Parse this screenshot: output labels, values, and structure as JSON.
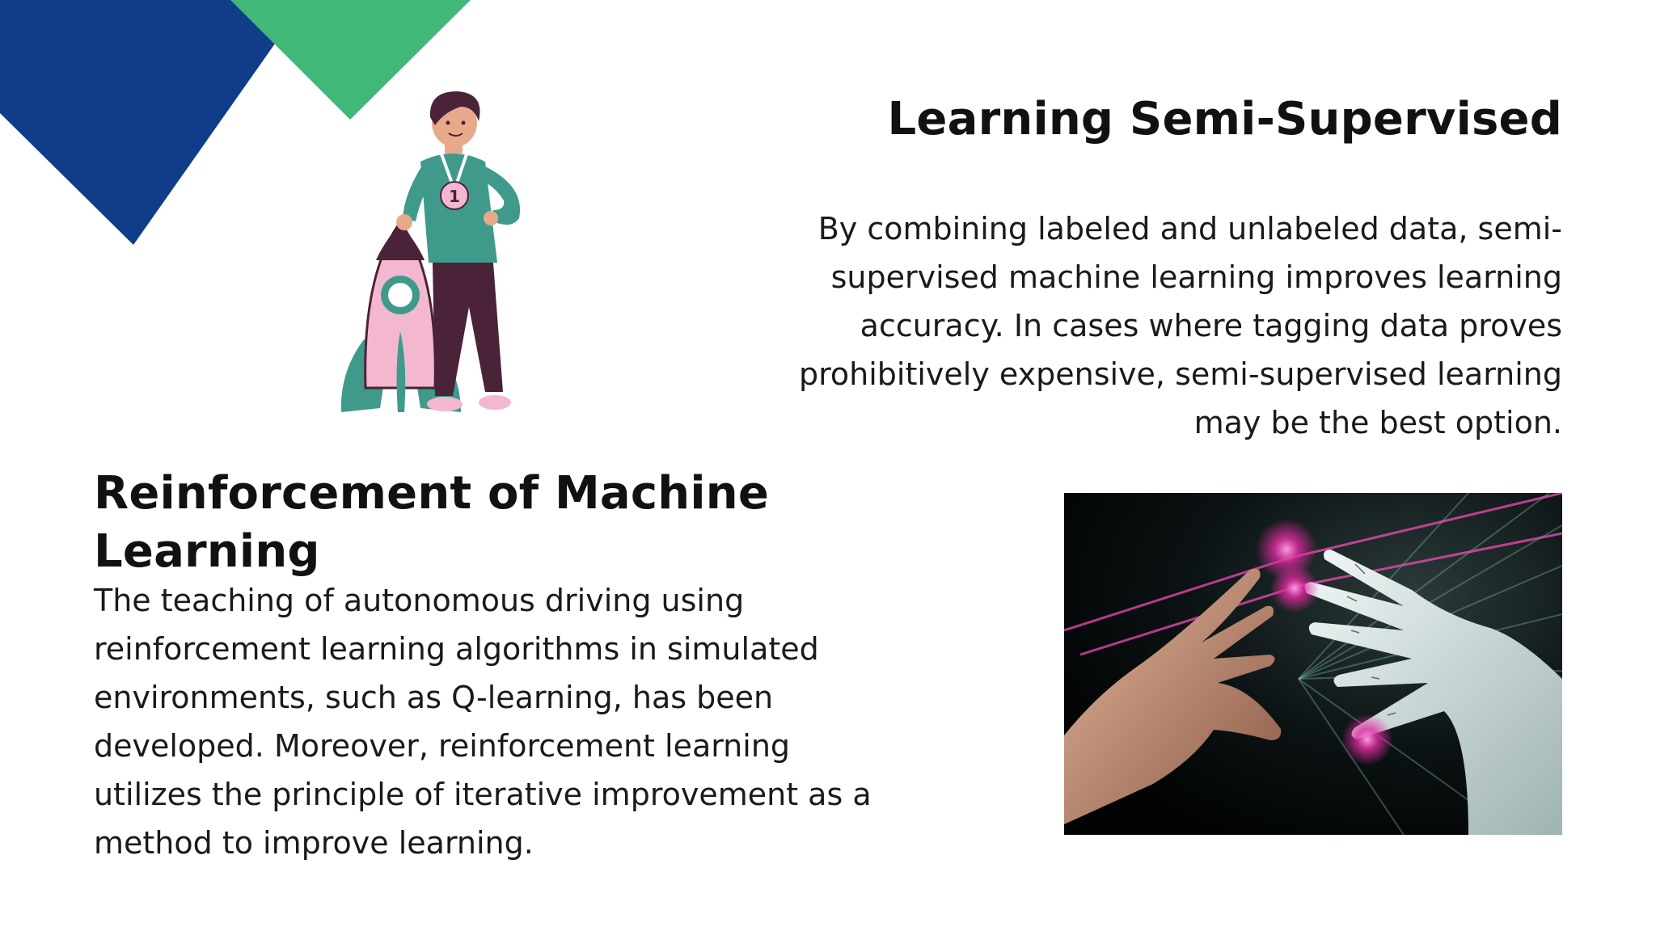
{
  "colors": {
    "navy": "#0f3d8a",
    "green": "#41b878",
    "teal": "#3f9a8c",
    "pink": "#f3b8cf",
    "plum": "#4a2338",
    "background": "#ffffff"
  },
  "semi_supervised": {
    "title": "Learning Semi-Supervised",
    "body": "By combining labeled and unlabeled data, semi-supervised machine learning improves learning accuracy. In cases where tagging data proves prohibitively expensive, semi-supervised learning may be the best option."
  },
  "reinforcement": {
    "title": "Reinforcement of Machine Learning",
    "body": "The teaching of autonomous driving using reinforcement learning algorithms in simulated environments, such as Q-learning, has been developed. Moreover, reinforcement learning utilizes the principle of iterative improvement as a method to improve learning."
  },
  "illustration": {
    "medal_text": "1",
    "icon": "person-with-rocket-illustration"
  },
  "photo": {
    "icon": "human-and-robot-hands-image"
  }
}
